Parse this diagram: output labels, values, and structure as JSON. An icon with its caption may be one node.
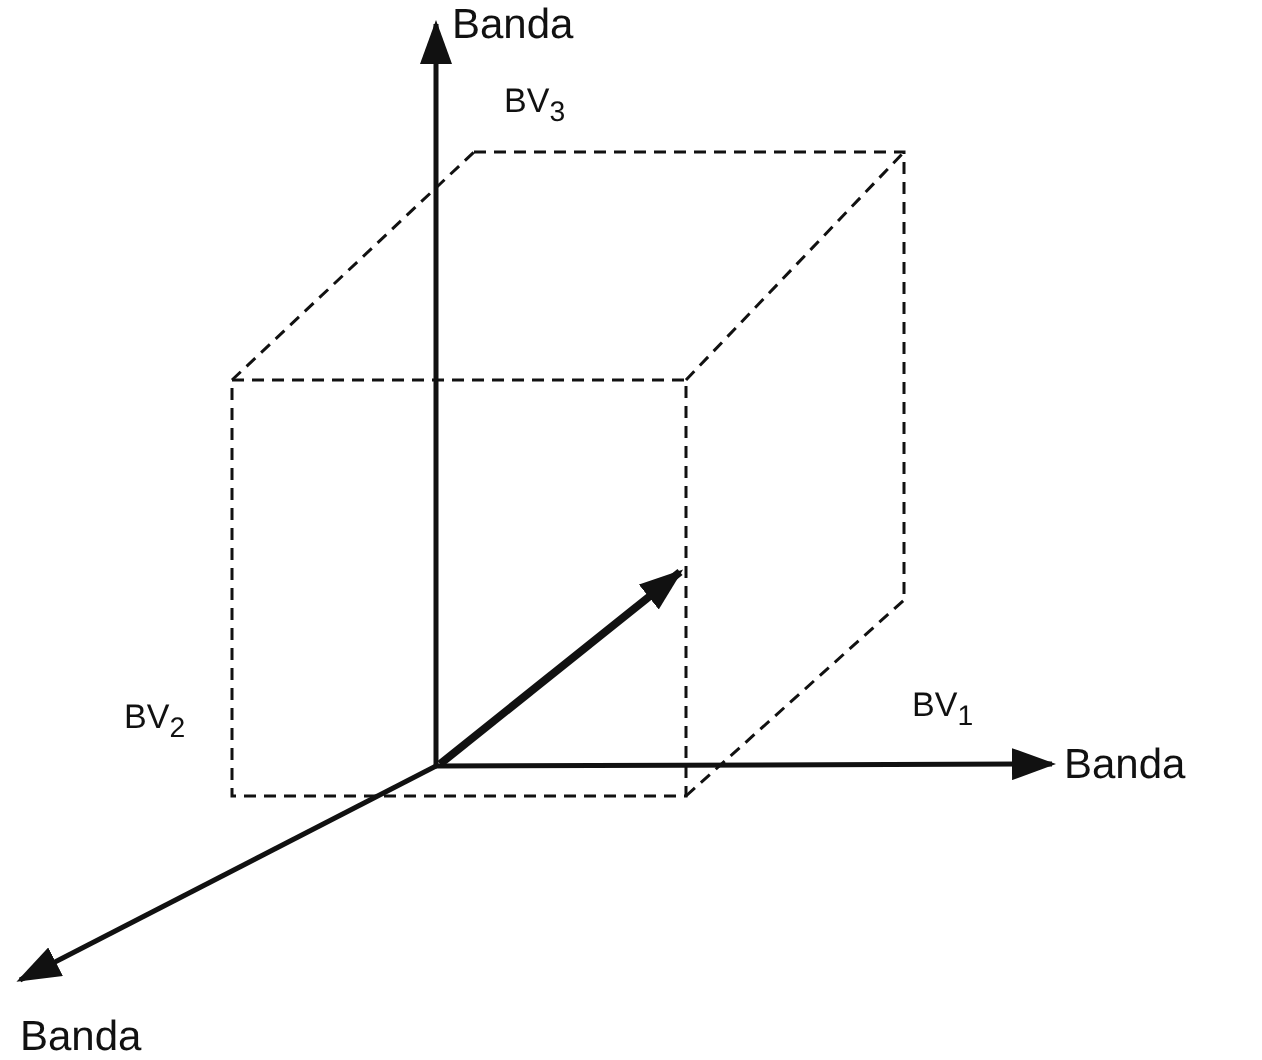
{
  "diagram": {
    "labels": [
      "Banda",
      "BV$_{3}$",
      "BV$_{1}$",
      "Banda",
      "BV$_{2}$",
      "Banda"
    ]
  }
}
